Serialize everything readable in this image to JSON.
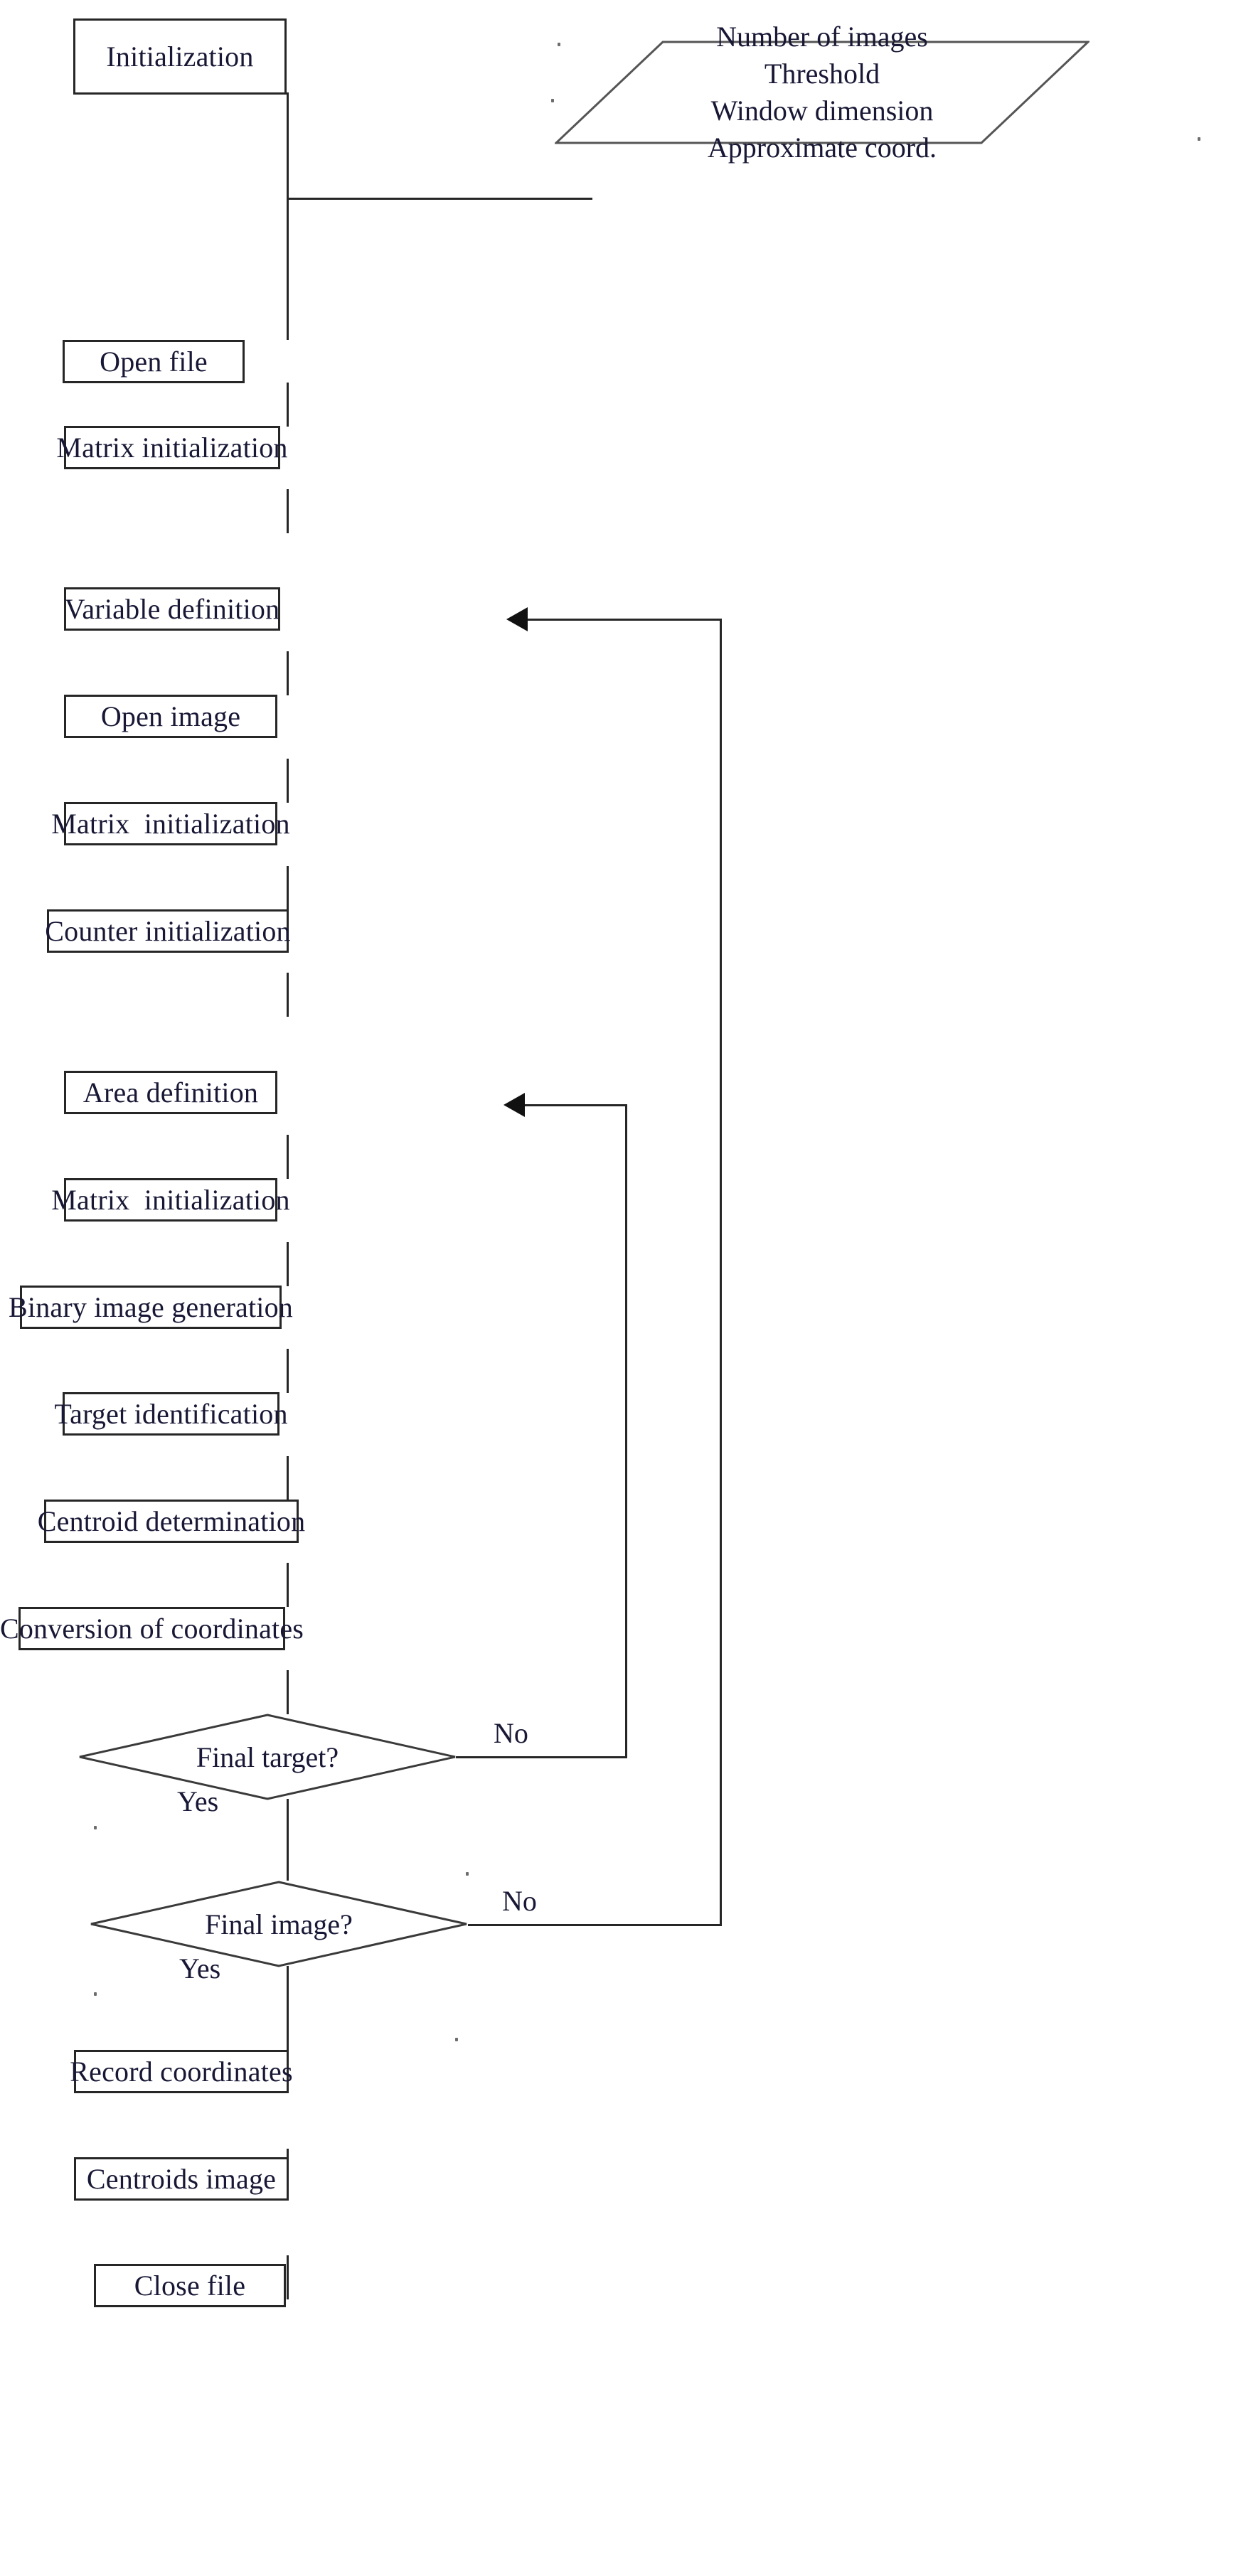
{
  "diagram": {
    "title": "Target detection algorithm flowchart",
    "type": "flowchart",
    "stroke_color": "#262626",
    "text_color": "#181836",
    "background_color": "#ffffff"
  },
  "nodes": [
    {
      "id": "initialization",
      "shape": "process",
      "label": "Initialization"
    },
    {
      "id": "open-file",
      "shape": "process",
      "label": "Open file"
    },
    {
      "id": "matrix-init-1",
      "shape": "process",
      "label": "Matrix initialization"
    },
    {
      "id": "variable-definition",
      "shape": "process",
      "label": "Variable definition"
    },
    {
      "id": "open-image",
      "shape": "process",
      "label": "Open image"
    },
    {
      "id": "matrix-init-2",
      "shape": "process",
      "label": "Matrix  initialization"
    },
    {
      "id": "counter-init",
      "shape": "process",
      "label": "Counter initialization"
    },
    {
      "id": "area-definition",
      "shape": "process",
      "label": "Area definition"
    },
    {
      "id": "matrix-init-3",
      "shape": "process",
      "label": "Matrix  initialization"
    },
    {
      "id": "binary-image",
      "shape": "process",
      "label": "Binary image generation"
    },
    {
      "id": "target-id",
      "shape": "process",
      "label": "Target identification"
    },
    {
      "id": "centroid-det",
      "shape": "process",
      "label": "Centroid determination"
    },
    {
      "id": "conversion-coords",
      "shape": "process",
      "label": "Conversion of coordinates"
    },
    {
      "id": "final-target",
      "shape": "decision",
      "label": "Final target?"
    },
    {
      "id": "final-image",
      "shape": "decision",
      "label": "Final image?"
    },
    {
      "id": "record-coords",
      "shape": "process",
      "label": "Record coordinates"
    },
    {
      "id": "centroids-image",
      "shape": "process",
      "label": "Centroids image"
    },
    {
      "id": "close-file",
      "shape": "process",
      "label": "Close file"
    }
  ],
  "input_block": {
    "shape": "parallelogram",
    "lines": [
      "Number of images",
      "Threshold",
      "Window dimension",
      "Approximate coord."
    ]
  },
  "edge_labels": {
    "final_target_no": "No",
    "final_target_yes": "Yes",
    "final_image_no": "No",
    "final_image_yes": "Yes"
  },
  "edges": [
    {
      "from": "initialization",
      "to": "input_block",
      "label": ""
    },
    {
      "from": "initialization",
      "to": "open-file",
      "label": ""
    },
    {
      "from": "open-file",
      "to": "matrix-init-1",
      "label": ""
    },
    {
      "from": "matrix-init-1",
      "to": "variable-definition",
      "label": ""
    },
    {
      "from": "variable-definition",
      "to": "open-image",
      "label": ""
    },
    {
      "from": "open-image",
      "to": "matrix-init-2",
      "label": ""
    },
    {
      "from": "matrix-init-2",
      "to": "counter-init",
      "label": ""
    },
    {
      "from": "counter-init",
      "to": "area-definition",
      "label": ""
    },
    {
      "from": "area-definition",
      "to": "matrix-init-3",
      "label": ""
    },
    {
      "from": "matrix-init-3",
      "to": "binary-image",
      "label": ""
    },
    {
      "from": "binary-image",
      "to": "target-id",
      "label": ""
    },
    {
      "from": "target-id",
      "to": "centroid-det",
      "label": ""
    },
    {
      "from": "centroid-det",
      "to": "conversion-coords",
      "label": ""
    },
    {
      "from": "conversion-coords",
      "to": "final-target",
      "label": ""
    },
    {
      "from": "final-target",
      "to": "area-definition",
      "label": "No"
    },
    {
      "from": "final-target",
      "to": "final-image",
      "label": "Yes"
    },
    {
      "from": "final-image",
      "to": "variable-definition",
      "label": "No"
    },
    {
      "from": "final-image",
      "to": "record-coords",
      "label": "Yes"
    },
    {
      "from": "record-coords",
      "to": "centroids-image",
      "label": ""
    },
    {
      "from": "centroids-image",
      "to": "close-file",
      "label": ""
    }
  ]
}
